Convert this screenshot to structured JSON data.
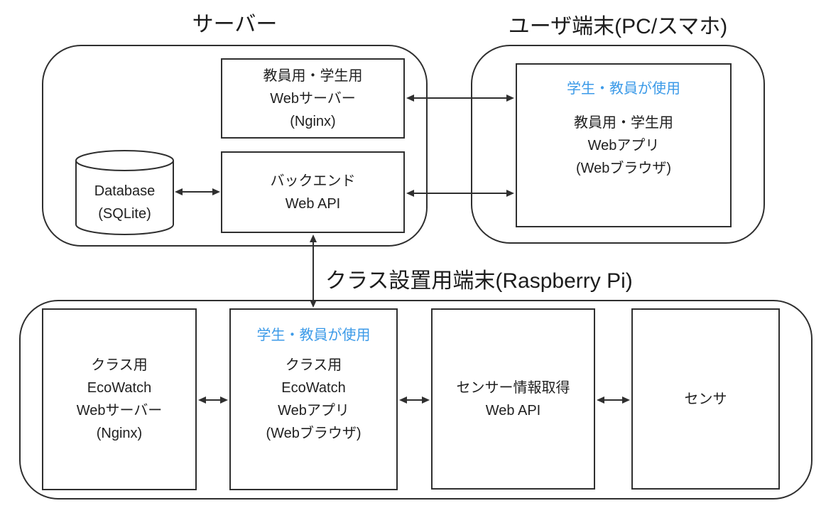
{
  "accent": {
    "usage_color": "#3B9AE8"
  },
  "titles": {
    "server": "サーバー",
    "user_terminal": "ユーザ端末(PC/スマホ)",
    "raspberry_pi": "クラス設置用端末(Raspberry Pi)"
  },
  "nodes": {
    "web_server": {
      "label": "教員用・学生用\nWebサーバー\n(Nginx)"
    },
    "database": {
      "label": "Database\n(SQLite)"
    },
    "backend": {
      "label": "バックエンド\nWeb API"
    },
    "user_app": {
      "note": "学生・教員が使用",
      "label": "教員用・学生用\nWebアプリ\n(Webブラウザ)"
    },
    "class_server": {
      "label": "クラス用\nEcoWatch\nWebサーバー\n(Nginx)"
    },
    "class_app": {
      "note": "学生・教員が使用",
      "label": "クラス用\nEcoWatch\nWebアプリ\n(Webブラウザ)"
    },
    "sensor_api": {
      "label": "センサー情報取得\nWeb API"
    },
    "sensor": {
      "label": "センサ"
    }
  }
}
